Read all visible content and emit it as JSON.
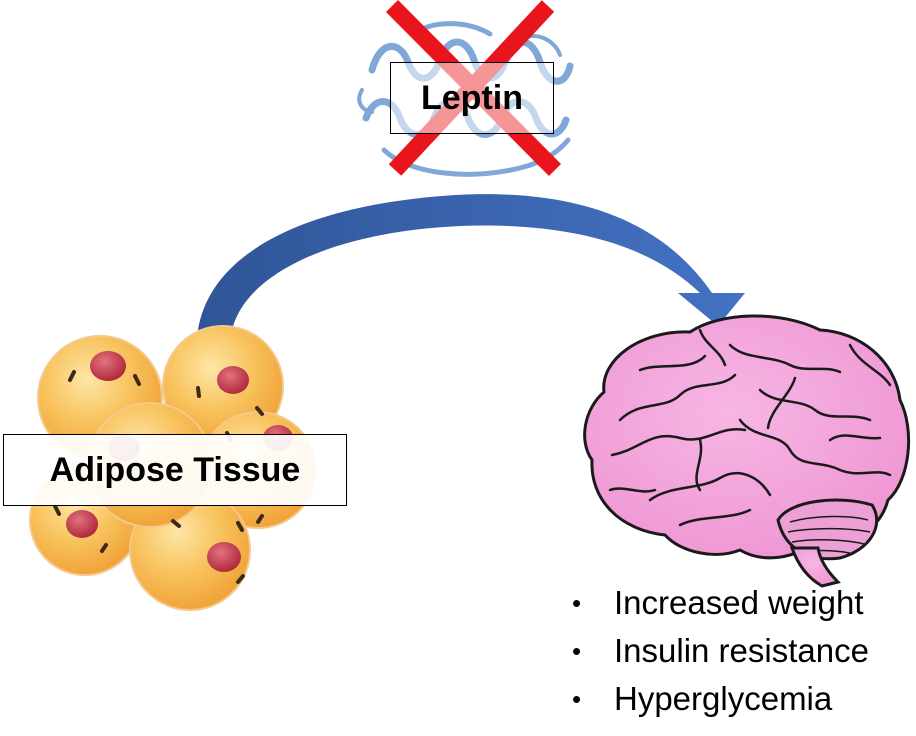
{
  "hormone": {
    "label": "Leptin",
    "status": "absent",
    "cross_color": "#e8161c",
    "protein_color": "#7fa7d8"
  },
  "source": {
    "label": "Adipose Tissue",
    "cell_color": "#f7b94a",
    "nucleus_color": "#c8344a"
  },
  "arrow": {
    "color": "#4472c4",
    "from": "Adipose Tissue",
    "to": "brain-icon"
  },
  "target": {
    "icon": "brain-icon",
    "color": "#f29ad8"
  },
  "effects": [
    {
      "text": "Increased weight"
    },
    {
      "text": "Insulin resistance"
    },
    {
      "text": "Hyperglycemia"
    }
  ]
}
